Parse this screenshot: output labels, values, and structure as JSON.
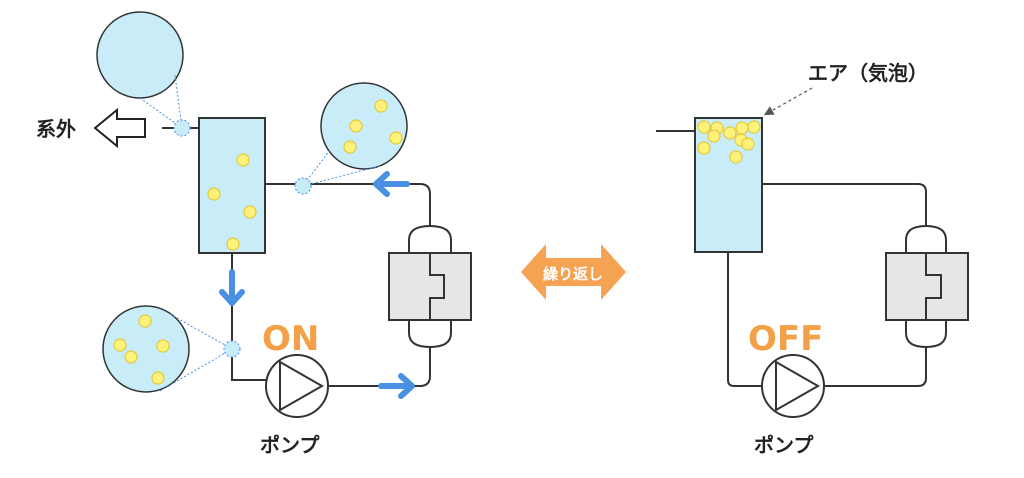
{
  "left": {
    "outlet_label": "系外",
    "status_label": "ON",
    "pump_label": "ポンプ"
  },
  "middle": {
    "repeat_label": "繰り返し"
  },
  "right": {
    "air_label": "エア（気泡）",
    "status_label": "OFF",
    "pump_label": "ポンプ"
  },
  "colors": {
    "water": "#c8ecf8",
    "bubble": "#fff27a",
    "bubble_stroke": "#e6c83a",
    "arrow_blue": "#4a90e2",
    "status_orange": "#f4a048",
    "double_arrow": "#f5a253",
    "unit_fill": "#e6e6e6",
    "line": "#333333"
  }
}
